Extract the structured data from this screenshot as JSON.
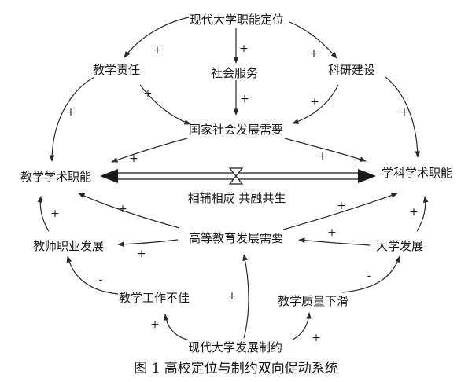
{
  "nodes": {
    "modern_univ_role": "现代大学职能定位",
    "teaching_resp": "教学责任",
    "social_service": "社会服务",
    "research_build": "科研建设",
    "national_need": "国家社会发展需要",
    "teaching_func": "教学学术职能",
    "discipline_func": "学科学术职能",
    "complement": "相辅相成 共融共生",
    "higher_edu_need": "高等教育发展需要",
    "teacher_career": "教师职业发展",
    "univ_dev": "大学发展",
    "teaching_poor": "教学工作不佳",
    "quality_decline": "教学质量下滑",
    "univ_constraint": "现代大学发展制约"
  },
  "signs": {
    "s1": "+",
    "s2": "+",
    "s3": "+",
    "s4": "+",
    "s5": "+",
    "s6": "+",
    "s7": "+",
    "s8": "+",
    "s9": "+",
    "s10": "+",
    "s11": "+",
    "s12": "+",
    "s13": "+",
    "s14": "+",
    "s15": "+",
    "s16": "+",
    "s17": "-",
    "s18": "-",
    "s19": "+",
    "s20": "+"
  },
  "caption": "图 1  高校定位与制约双向促动系统"
}
